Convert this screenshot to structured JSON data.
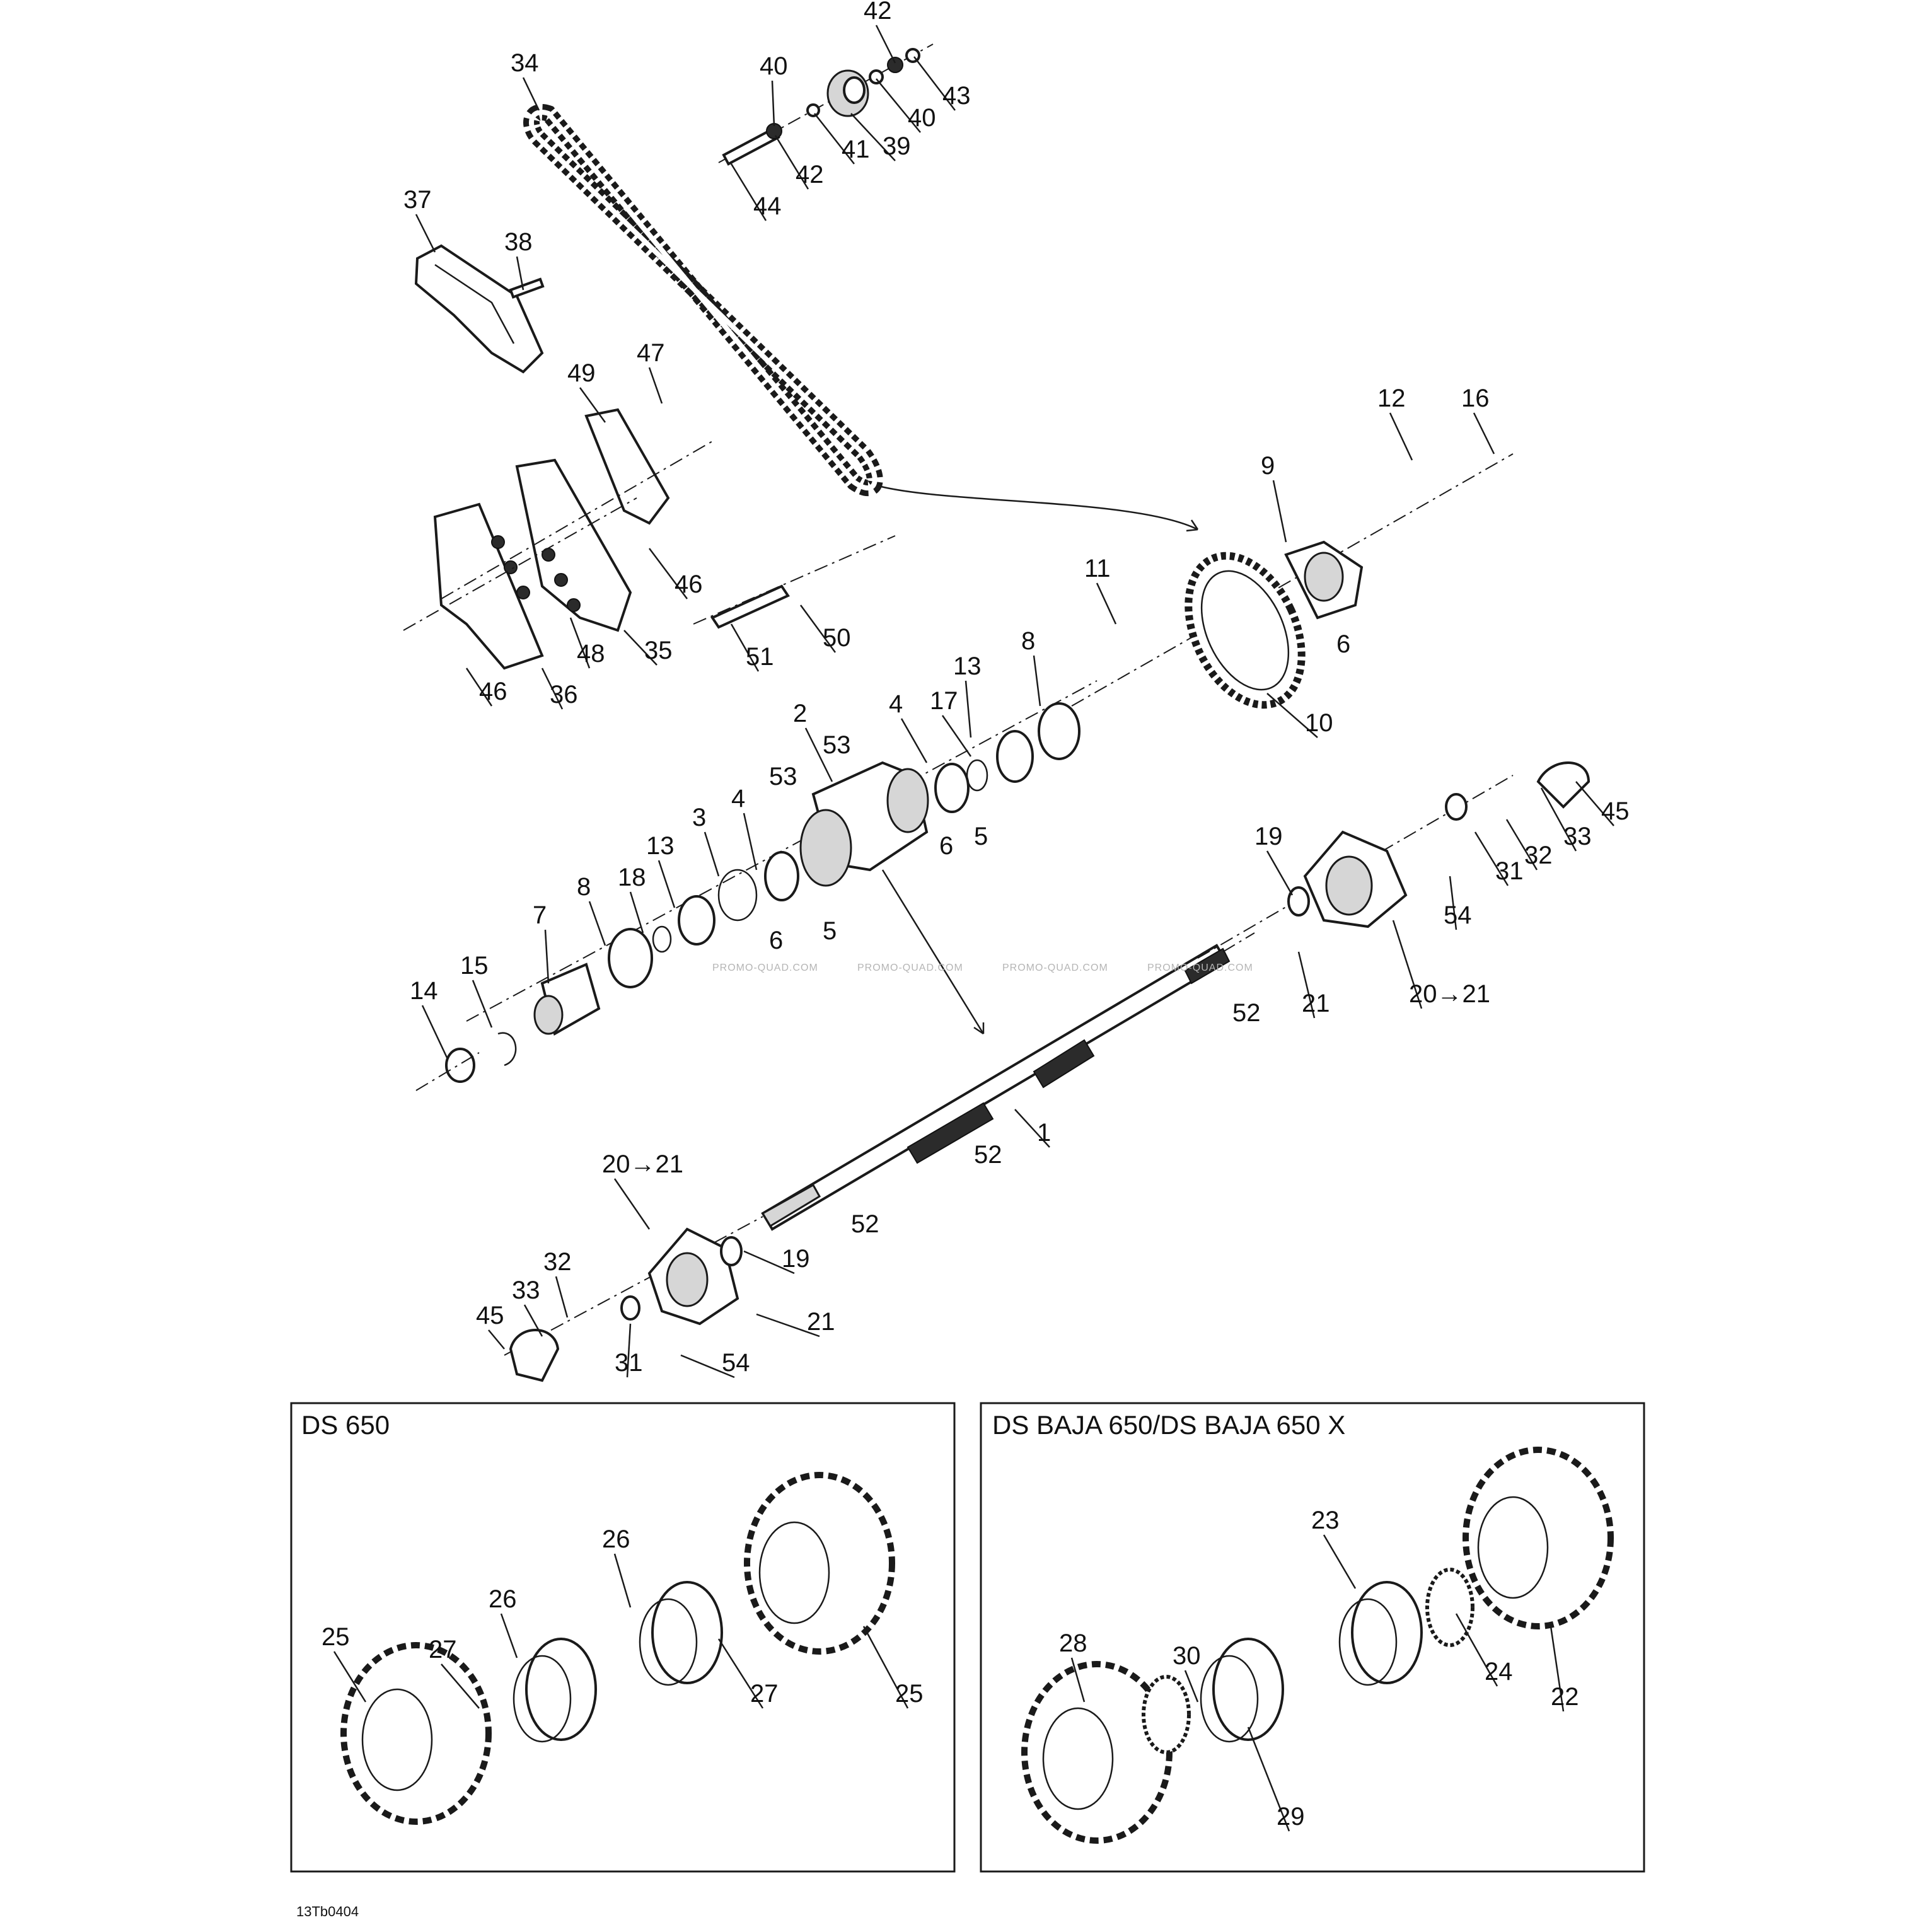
{
  "diagram": {
    "code": "13Tb0404",
    "watermark": "PROMO-QUAD.COM",
    "boxes": [
      {
        "title": "DS 650"
      },
      {
        "title": "DS BAJA 650/DS BAJA 650 X"
      }
    ],
    "labels": [
      "42",
      "40",
      "43",
      "40",
      "39",
      "41",
      "42",
      "44",
      "34",
      "37",
      "38",
      "47",
      "49",
      "46",
      "46",
      "48",
      "35",
      "36",
      "50",
      "51",
      "12",
      "16",
      "9",
      "11",
      "6",
      "10",
      "13",
      "8",
      "4",
      "17",
      "53",
      "53",
      "2",
      "6",
      "5",
      "3",
      "4",
      "13",
      "18",
      "6",
      "5",
      "8",
      "7",
      "15",
      "14",
      "52",
      "1",
      "52",
      "19",
      "21",
      "20→21",
      "54",
      "45",
      "33",
      "32",
      "31",
      "20→21",
      "19",
      "32",
      "33",
      "45",
      "31",
      "54",
      "21",
      "52",
      "26",
      "26",
      "25",
      "27",
      "27",
      "25",
      "23",
      "28",
      "30",
      "24",
      "22",
      "29"
    ]
  }
}
